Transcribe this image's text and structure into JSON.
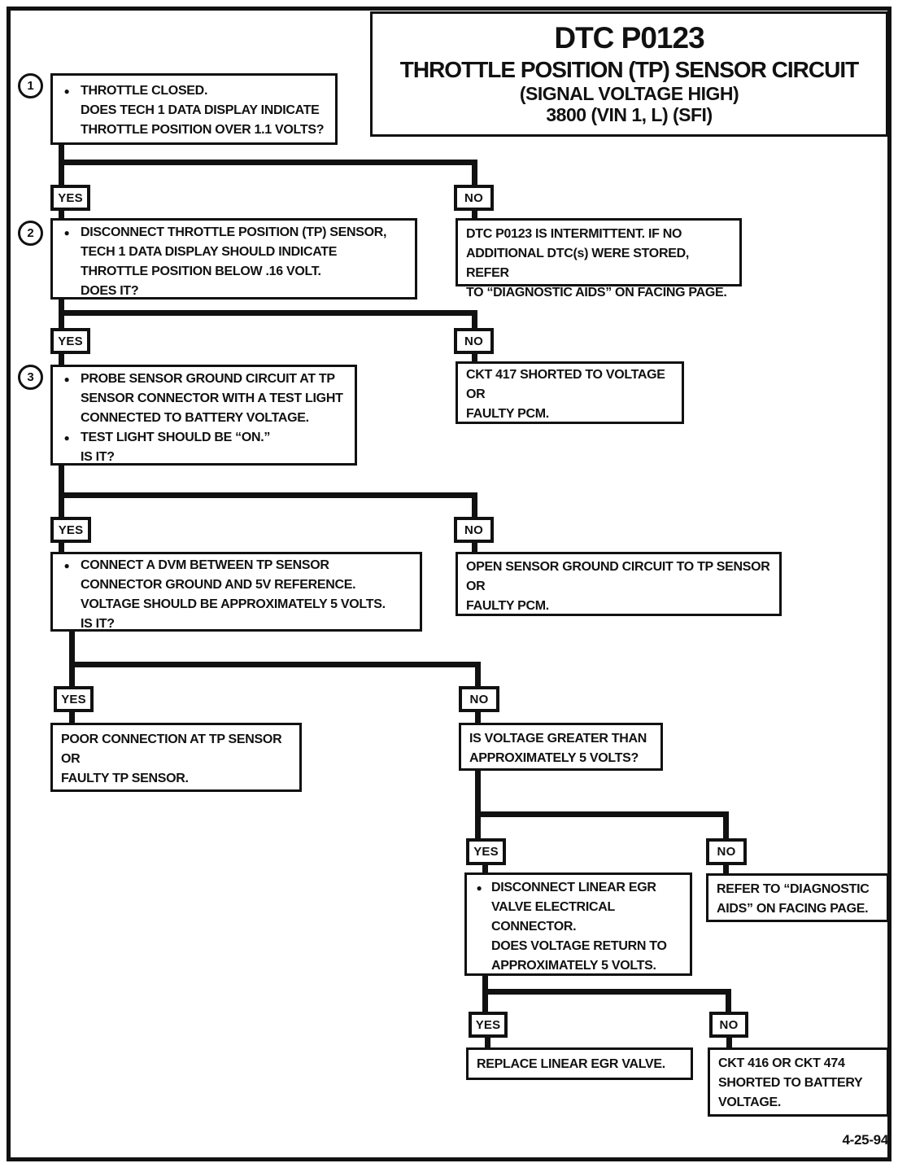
{
  "title": {
    "dtc": "DTC P0123",
    "line1": "THROTTLE POSITION (TP) SENSOR CIRCUIT",
    "line2": "(SIGNAL VOLTAGE HIGH)",
    "line3": "3800  (VIN 1, L)  (SFI)"
  },
  "labels": {
    "yes": "YES",
    "no": "NO",
    "bullet": "●"
  },
  "steps": {
    "step1": {
      "number": "1",
      "items": [
        {
          "text": "THROTTLE CLOSED.\nDOES TECH 1 DATA DISPLAY INDICATE\nTHROTTLE POSITION OVER 1.1 VOLTS?"
        }
      ]
    },
    "step2": {
      "number": "2",
      "items": [
        {
          "text": "DISCONNECT THROTTLE POSITION (TP) SENSOR,\nTECH 1 DATA DISPLAY SHOULD INDICATE\nTHROTTLE POSITION BELOW .16 VOLT.\nDOES IT?"
        }
      ]
    },
    "step3": {
      "number": "3",
      "items": [
        {
          "text": "PROBE SENSOR GROUND CIRCUIT AT TP\nSENSOR CONNECTOR WITH A TEST LIGHT\nCONNECTED TO BATTERY VOLTAGE."
        },
        {
          "text": "TEST LIGHT SHOULD BE “ON.”\nIS IT?"
        }
      ]
    },
    "step4": {
      "items": [
        {
          "text": "CONNECT A DVM BETWEEN TP SENSOR\nCONNECTOR GROUND AND 5V REFERENCE.\nVOLTAGE SHOULD BE APPROXIMATELY 5 VOLTS.\nIS IT?"
        }
      ]
    },
    "egr": {
      "items": [
        {
          "text": "DISCONNECT LINEAR EGR\nVALVE ELECTRICAL\nCONNECTOR.\nDOES VOLTAGE RETURN TO\nAPPROXIMATELY 5 VOLTS."
        }
      ]
    }
  },
  "results": {
    "intermittent": "DTC P0123 IS INTERMITTENT.  IF NO\nADDITIONAL DTC(s) WERE STORED, REFER\nTO “DIAGNOSTIC AIDS” ON FACING PAGE.",
    "ckt417": "CKT 417 SHORTED TO VOLTAGE\nOR\nFAULTY PCM.",
    "open_ground": "OPEN SENSOR GROUND CIRCUIT TO TP SENSOR\nOR\nFAULTY PCM.",
    "poor_connection": "POOR CONNECTION AT TP SENSOR\nOR\nFAULTY TP SENSOR.",
    "voltage_question": "IS VOLTAGE GREATER THAN\nAPPROXIMATELY 5 VOLTS?",
    "refer_aids": "REFER TO “DIAGNOSTIC\nAIDS” ON FACING PAGE.",
    "replace_egr": "REPLACE LINEAR EGR VALVE.",
    "ckt416": "CKT 416 OR CKT 474\nSHORTED TO BATTERY\nVOLTAGE."
  },
  "footer": {
    "date": "4-25-94"
  },
  "colors": {
    "ink": "#111111",
    "paper": "#ffffff"
  }
}
